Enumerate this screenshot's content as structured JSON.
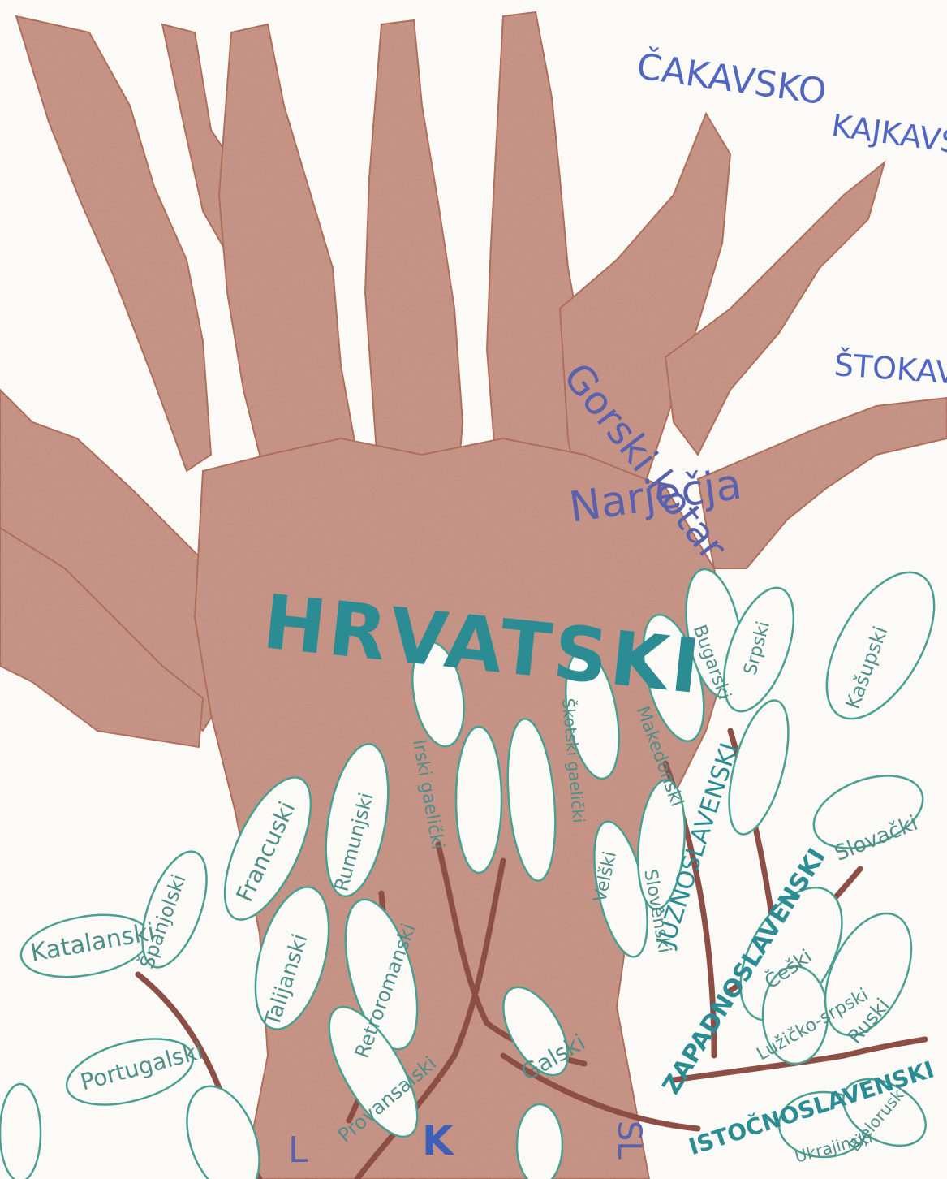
{
  "drawing": {
    "main_label": "HRVATSKI",
    "dialects_label": "Narječja",
    "region_label": "Gorski kotar",
    "dialects": [
      "ČAKAVSKO",
      "KAJKAVSKO",
      "ŠTOKAVSKO"
    ],
    "branches": [
      "JUŽNOSLAVENSKI",
      "ZAPADNOSLAVENSKI",
      "ISTOČNOSLAVENSKI"
    ],
    "leaves": [
      "Katalanski",
      "Španjolski",
      "Portugalski",
      "Francuski",
      "Talijanski",
      "Rumunjski",
      "Retroromanski",
      "Provansalski",
      "Irski gaelički",
      "Škotski gaelički",
      "Velški",
      "Galski",
      "Makedonski",
      "Bugarski",
      "Srpski",
      "Slovenski",
      "Kašupski",
      "Slovački",
      "Češki",
      "Lužičko-srpski",
      "Ruski",
      "Ukrajinski",
      "Bjeloruski"
    ],
    "bottom_letters": [
      "L",
      "K",
      "SL"
    ],
    "colors": {
      "trunk": "#a8665a",
      "leaf_outline": "#4aa090",
      "dialect_text": "#4f66c3",
      "main_text": "#2b8d93"
    }
  }
}
